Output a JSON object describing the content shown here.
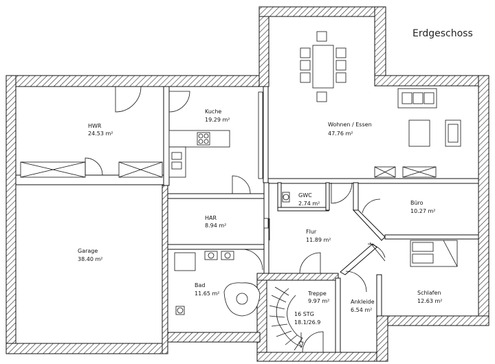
{
  "title": "Erdgeschoss",
  "rooms": {
    "hwr": {
      "name": "HWR",
      "area": "24.53",
      "unit": "m²"
    },
    "kueche": {
      "name": "Kuche",
      "area": "19.29",
      "unit": "m²"
    },
    "wohnen": {
      "name": "Wohnen / Essen",
      "area": "47.76",
      "unit": "m²"
    },
    "gwc": {
      "name": "GWC",
      "area": "2.74",
      "unit": "m²"
    },
    "buero": {
      "name": "Büro",
      "area": "10.27",
      "unit": "m²"
    },
    "har": {
      "name": "HAR",
      "area": "8.94",
      "unit": "m²"
    },
    "flur": {
      "name": "Flur",
      "area": "11.89",
      "unit": "m²"
    },
    "garage": {
      "name": "Garage",
      "area": "38.40",
      "unit": "m²"
    },
    "bad": {
      "name": "Bad",
      "area": "11.65",
      "unit": "m²"
    },
    "treppe": {
      "name": "Treppe",
      "area": "9.97",
      "unit": "m²"
    },
    "ankleide": {
      "name": "Ankleide",
      "area": "6.54",
      "unit": "m²"
    },
    "schlafen": {
      "name": "Schlafen",
      "area": "12.63",
      "unit": "m²"
    }
  },
  "stair": {
    "steps": "16 STG",
    "ratio": "18.1/26.9"
  }
}
